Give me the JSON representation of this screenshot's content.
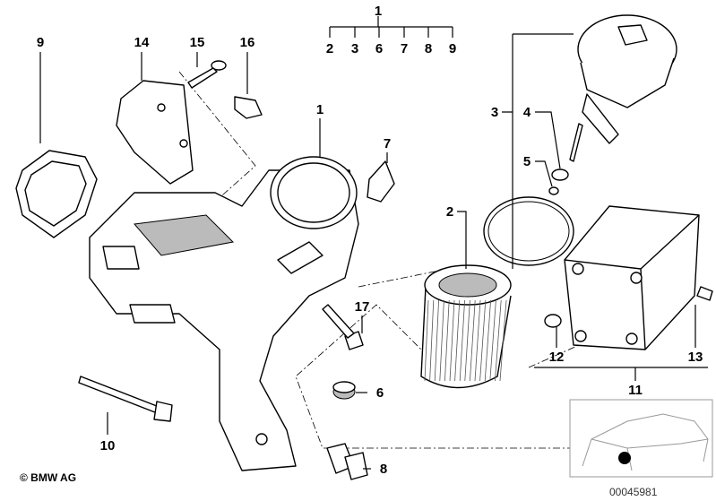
{
  "diagram": {
    "callouts": {
      "top_assembly": "1",
      "sub_2": "2",
      "sub_3": "3",
      "sub_6": "6",
      "sub_7": "7",
      "sub_8": "8",
      "sub_9": "9",
      "gasket": "9",
      "bracket": "14",
      "bracket_bolt": "15",
      "clip_nut": "16",
      "housing": "1",
      "seal_plate": "7",
      "cap": "3",
      "o_ring_small": "4",
      "o_ring_tiny": "5",
      "filter_element": "2",
      "bolt_17": "17",
      "grommet": "6",
      "long_bolt": "10",
      "sensor": "8",
      "cooler_seal": "12",
      "cooler_bolt": "13",
      "oil_cooler": "11"
    },
    "copyright": "© BMW AG",
    "image_number": "00045981"
  }
}
